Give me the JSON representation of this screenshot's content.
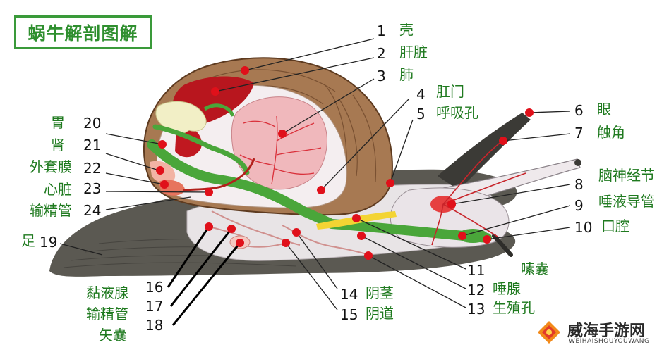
{
  "title": "蜗牛解剖图解",
  "right_labels": [
    {
      "id": "1",
      "label": "壳"
    },
    {
      "id": "2",
      "label": "肝脏"
    },
    {
      "id": "3",
      "label": "肺"
    },
    {
      "id": "4",
      "label": "肛门"
    },
    {
      "id": "5",
      "label": "呼吸孔"
    },
    {
      "id": "6",
      "label": "眼"
    },
    {
      "id": "7",
      "label": "触角"
    },
    {
      "id": "8",
      "label": "脑神经节"
    },
    {
      "id": "9",
      "label": "唾液导管"
    },
    {
      "id": "10",
      "label": "口腔"
    }
  ],
  "bottom_labels": [
    {
      "id": "11",
      "label": "嗉囊"
    },
    {
      "id": "12",
      "label": "唾腺"
    },
    {
      "id": "13",
      "label": "生殖孔"
    },
    {
      "id": "14",
      "label": "阴茎"
    },
    {
      "id": "15",
      "label": "阴道"
    }
  ],
  "left_labels": [
    {
      "id": "20",
      "label": "胃"
    },
    {
      "id": "21",
      "label": "肾"
    },
    {
      "id": "22",
      "label": "外套膜"
    },
    {
      "id": "23",
      "label": "心脏"
    },
    {
      "id": "24",
      "label": "输精管"
    },
    {
      "id": "19",
      "label": "足"
    }
  ],
  "lower_left_labels": [
    {
      "id": "16",
      "label": "黏液腺"
    },
    {
      "id": "17",
      "label": "输精管"
    },
    {
      "id": "18",
      "label": "矢囊"
    }
  ],
  "watermark": {
    "name": "威海手游网",
    "sub": "WEIHAISHOUYOUWANG"
  },
  "colors": {
    "title_green": "#2f8f2f",
    "label_green": "#1f7a1f",
    "marker_red": "#e0101a",
    "body_gray": "#5b5952",
    "shell_brown": "#8a5f3a",
    "gut_green": "#4aa63a"
  }
}
